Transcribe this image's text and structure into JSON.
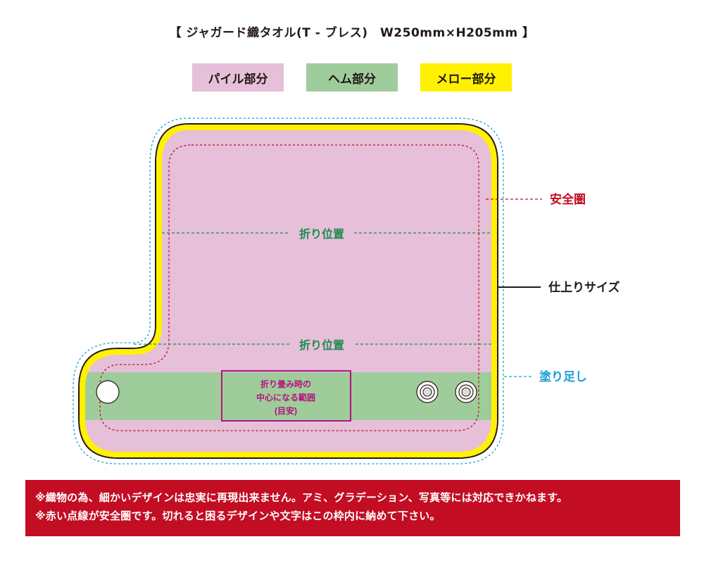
{
  "title": "【 ジャガード織タオル(T - ブレス)　W250mm×H205mm 】",
  "legend": [
    {
      "label": "パイル部分",
      "color": "#e6bfd9"
    },
    {
      "label": "ヘム部分",
      "color": "#9fcc9b"
    },
    {
      "label": "メロー部分",
      "color": "#fff100"
    }
  ],
  "diagram": {
    "fold_label": "折り位置",
    "center_box_text": [
      "折り畳み時の",
      "中心になる範囲",
      "(目安)"
    ],
    "annotations": {
      "safe_zone": "安全圏",
      "finish_size": "仕上りサイズ",
      "bleed": "塗り足し"
    },
    "colors": {
      "pile": "#e6bfd9",
      "hem": "#9fcc9b",
      "merrow": "#fff100",
      "safe_zone": "#c30d23",
      "fold_line": "#1b8c4e",
      "bleed": "#1ba0d9",
      "center_box": "#b5127f"
    },
    "fixture_icons": [
      "hole-icon",
      "grommet-icon",
      "grommet-icon"
    ]
  },
  "notice": {
    "line1": "※織物の為、細かいデザインは忠実に再現出来ません。アミ、グラデーション、写真等には対応できかねます。",
    "line2": "※赤い点線が安全圏です。切れると困るデザインや文字はこの枠内に納めて下さい。"
  }
}
